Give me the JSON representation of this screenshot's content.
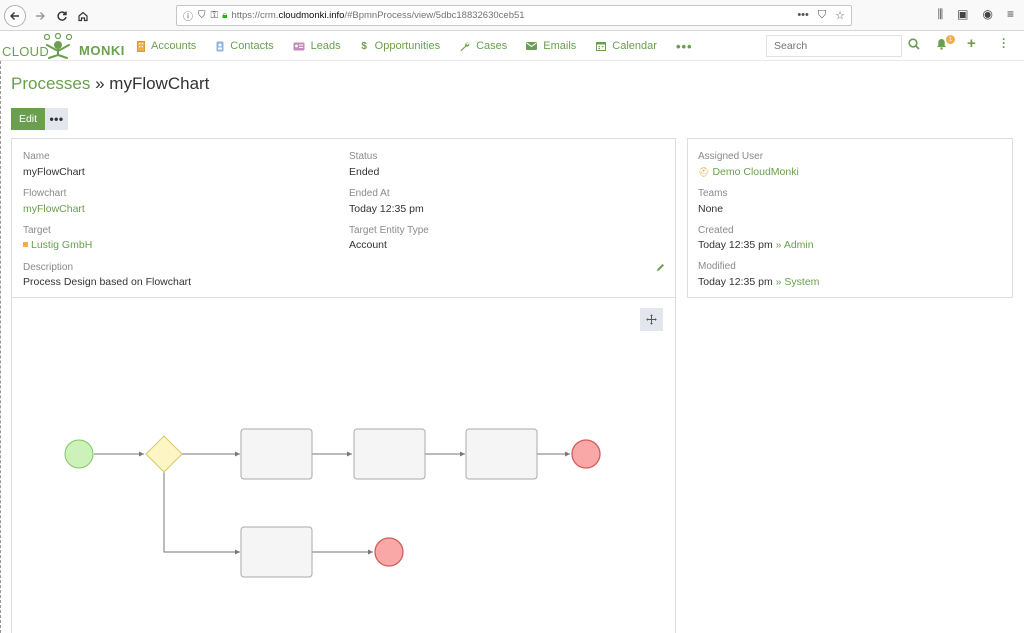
{
  "browser": {
    "url_prefix": "https://crm.",
    "url_host": "cloudmonki.info",
    "url_path": "/#BpmnProcess/view/5dbc18832630ceb51",
    "url_actions": "•••"
  },
  "app": {
    "logo_left": "CLOUD",
    "logo_right": "MONKI",
    "nav": [
      {
        "label": "Accounts"
      },
      {
        "label": "Contacts"
      },
      {
        "label": "Leads"
      },
      {
        "label": "Opportunities"
      },
      {
        "label": "Cases"
      },
      {
        "label": "Emails"
      },
      {
        "label": "Calendar"
      }
    ],
    "nav_more": "•••",
    "search_placeholder": "Search",
    "notification_count": "1"
  },
  "page": {
    "breadcrumb": "Processes",
    "separator": " » ",
    "title": "myFlowChart",
    "edit_label": "Edit",
    "more_label": "•••"
  },
  "record": {
    "name_label": "Name",
    "name_value": "myFlowChart",
    "status_label": "Status",
    "status_value": "Ended",
    "flowchart_label": "Flowchart",
    "flowchart_value": "myFlowChart",
    "ended_label": "Ended At",
    "ended_value": "Today 12:35 pm",
    "target_label": "Target",
    "target_value": "Lustig GmbH",
    "target_type_label": "Target Entity Type",
    "target_type_value": "Account",
    "description_label": "Description",
    "description_value": "Process Design based on Flowchart"
  },
  "side": {
    "assigned_label": "Assigned User",
    "assigned_value": "Demo CloudMonki",
    "teams_label": "Teams",
    "teams_value": "None",
    "created_label": "Created",
    "created_value": "Today 12:35 pm",
    "created_by": "Admin",
    "modified_label": "Modified",
    "modified_value": "Today 12:35 pm",
    "modified_by": "System",
    "by_separator": " » "
  },
  "flowchart": {
    "start_color": "#ccf2b9",
    "gateway_color": "#fdf5c3",
    "task_color": "#f5f5f5",
    "end_color": "#f9a7a7"
  }
}
